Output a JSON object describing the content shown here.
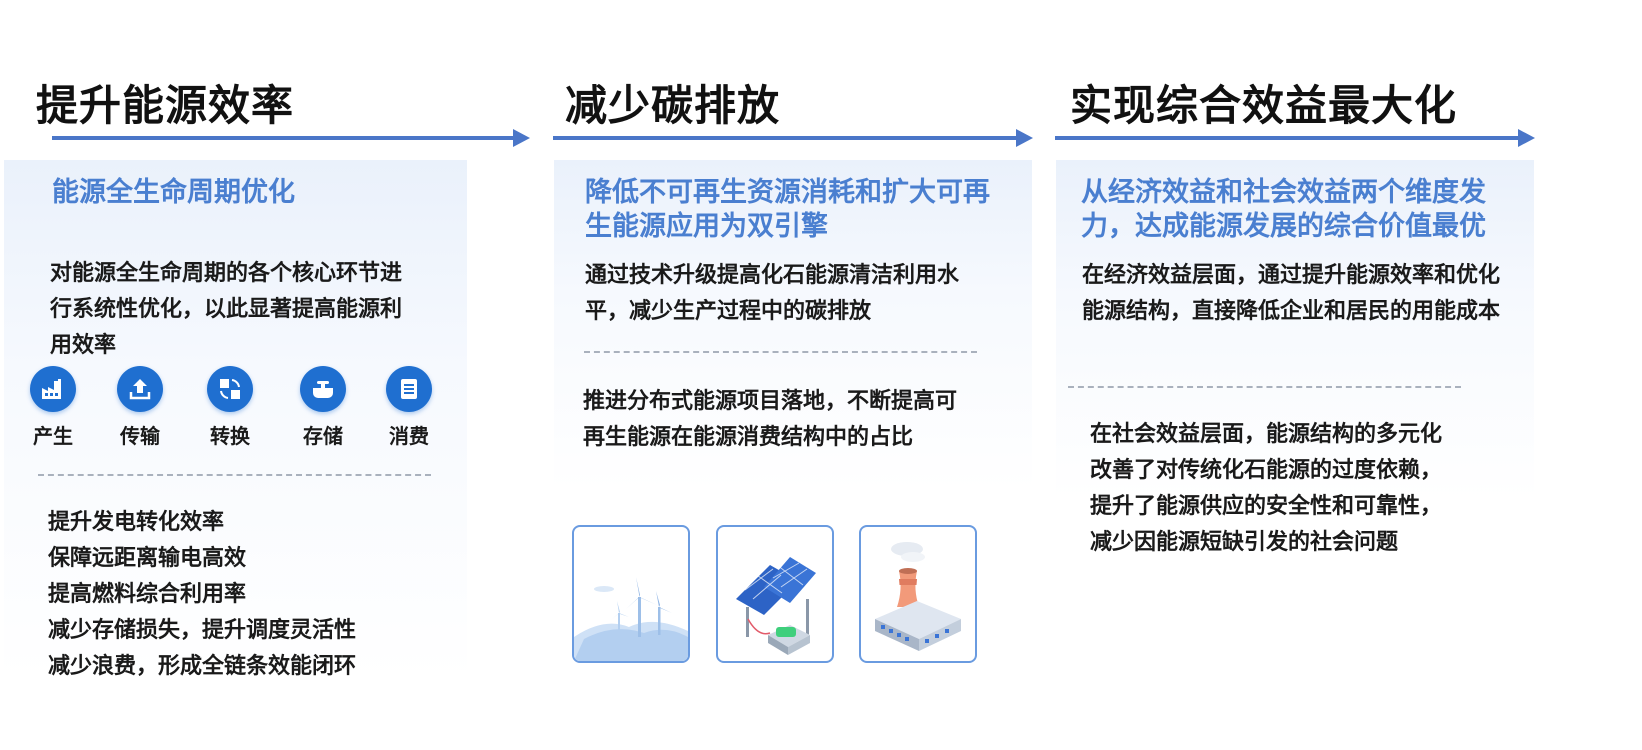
{
  "columns": [
    {
      "title": "提升能源效率",
      "subtitle": "能源全生命周期优化",
      "description": "对能源全生命周期的各个核心环节进行系统性优化，以此显著提高能源利用效率",
      "stages": [
        {
          "label": "产生",
          "icon": "factory-icon"
        },
        {
          "label": "传输",
          "icon": "upload-icon"
        },
        {
          "label": "转换",
          "icon": "convert-icon"
        },
        {
          "label": "存储",
          "icon": "storage-icon"
        },
        {
          "label": "消费",
          "icon": "document-icon"
        }
      ],
      "items": [
        "提升发电转化效率",
        "保障远距离输电高效",
        "提高燃料综合利用率",
        "减少存储损失，提升调度灵活性",
        "减少浪费，形成全链条效能闭环"
      ]
    },
    {
      "title": "减少碳排放",
      "subtitle": "降低不可再生资源消耗和扩大可再生能源应用为双引擎",
      "paragraph1": "通过技术升级提高化石能源清洁利用水平，减少生产过程中的碳排放",
      "paragraph2": "推进分布式能源项目落地，不断提高可再生能源在能源消费结构中的占比",
      "illustrations": [
        "wind-turbine-icon",
        "solar-panel-icon",
        "power-plant-icon"
      ]
    },
    {
      "title": "实现综合效益最大化",
      "subtitle": "从经济效益和社会效益两个维度发力，达成能源发展的综合价值最优",
      "paragraph1": "在经济效益层面，通过提升能源效率和优化能源结构，直接降低企业和居民的用能成本",
      "paragraph2": "在社会效益层面，能源结构的多元化改善了对传统化石能源的过度依赖，提升了能源供应的安全性和可靠性，减少因能源短缺引发的社会问题"
    }
  ],
  "colors": {
    "accent": "#4a76c8",
    "subtitle": "#4a7fd0",
    "icon_fill": "#1f6fd0",
    "dash": "#a9b1bd"
  }
}
